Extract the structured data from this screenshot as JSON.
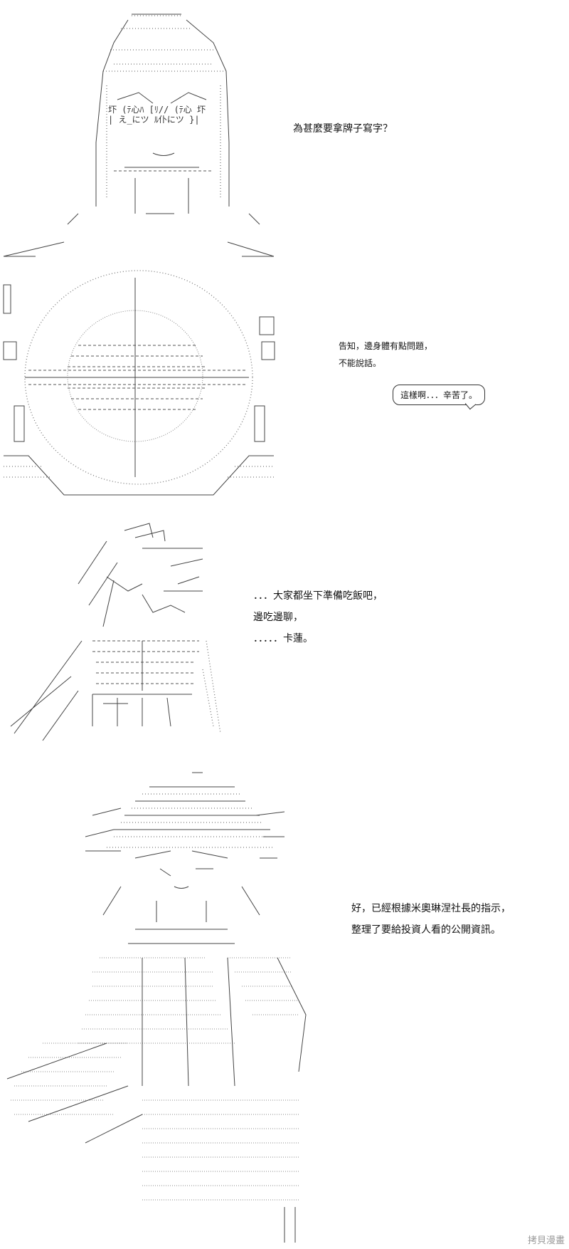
{
  "panels": [
    {
      "dialogue": [
        "為甚麼要拿牌子寫字？"
      ]
    },
    {
      "dialogue": [
        "告知，邊身體有點問題，",
        "不能說話。"
      ],
      "bubble": "這樣啊．．．辛苦了。"
    },
    {
      "dialogue": [
        "．．．大家都坐下準備吃飯吧，",
        "邊吃邊聊，",
        "．．．．．卡蓮。"
      ]
    },
    {
      "dialogue": [
        "好，已經根據米奧琳涅社長的指示，",
        "整理了要給投資人看的公開資訊。"
      ]
    }
  ],
  "watermark": "拷貝漫畫"
}
